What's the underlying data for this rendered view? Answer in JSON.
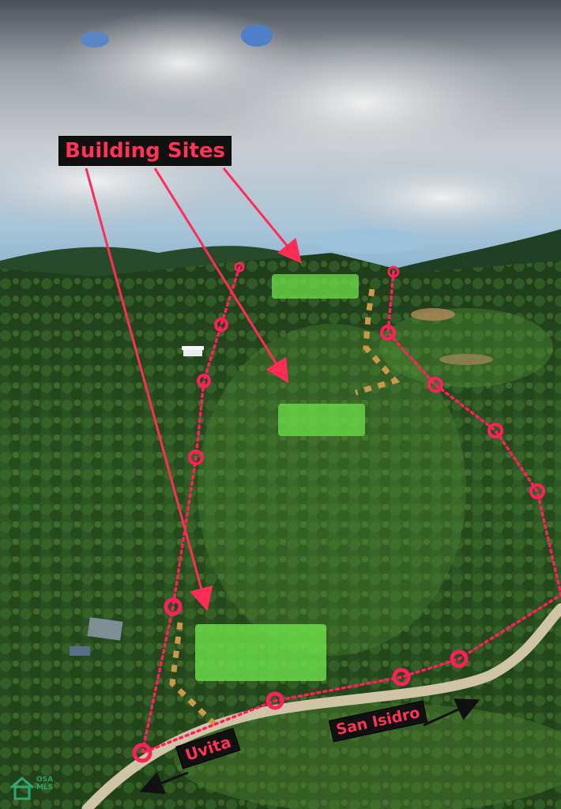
{
  "title_label": "Building Sites",
  "direction_labels": {
    "left": "Uvita",
    "right": "San Isidro"
  },
  "watermark": {
    "line1": "OSA",
    "line2": "MLS"
  },
  "colors": {
    "label_text": "#ff3355",
    "label_background": "#111111",
    "boundary_line": "#ff1f5a",
    "driveway": "#c99a4a",
    "building_site_fill": "#6de24a",
    "road": "#cfc4a6"
  },
  "building_sites": [
    {
      "name": "upper-site"
    },
    {
      "name": "middle-site"
    },
    {
      "name": "lower-site"
    }
  ],
  "icons": [
    "arrow-left-icon",
    "arrow-right-icon",
    "house-icon",
    "boundary-marker-icon"
  ]
}
